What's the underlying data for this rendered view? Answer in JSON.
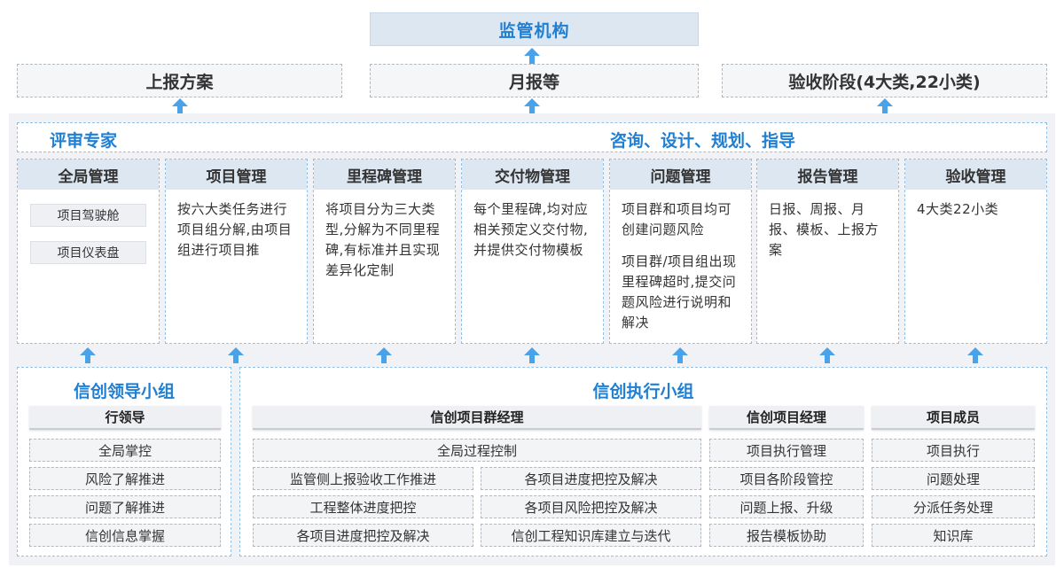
{
  "top": {
    "title": "监管机构",
    "boxes": [
      "上报方案",
      "月报等",
      "验收阶段(4大类,22小类)"
    ]
  },
  "middle": {
    "left_label": "评审专家",
    "right_label": "咨询、设计、规划、指导",
    "columns": [
      {
        "title": "全局管理",
        "pills": [
          "项目驾驶舱",
          "项目仪表盘"
        ]
      },
      {
        "title": "项目管理",
        "paragraphs": [
          "按六大类任务进行项目组分解,由项目组进行项目推"
        ]
      },
      {
        "title": "里程碑管理",
        "paragraphs": [
          "将项目分为三大类型,分解为不同里程碑,有标准并且实现差异化定制"
        ]
      },
      {
        "title": "交付物管理",
        "paragraphs": [
          "每个里程碑,均对应相关预定义交付物,并提供交付物模板"
        ]
      },
      {
        "title": "问题管理",
        "paragraphs": [
          "项目群和项目均可创建问题风险",
          "项目群/项目组出现里程碑超时,提交问题风险进行说明和解决"
        ]
      },
      {
        "title": "报告管理",
        "paragraphs": [
          "日报、周报、月报、模板、上报方案"
        ]
      },
      {
        "title": "验收管理",
        "paragraphs": [
          "4大类22小类"
        ]
      }
    ]
  },
  "leaders": {
    "title": "信创领导小组",
    "head": "行领导",
    "items": [
      "全局掌控",
      "风险了解推进",
      "问题了解推进",
      "信创信息掌握"
    ]
  },
  "exec": {
    "title": "信创执行小组",
    "group_mgr": {
      "head": "信创项目群经理",
      "wide_item": "全局过程控制",
      "left_items": [
        "监管侧上报验收工作推进",
        "工程整体进度把控",
        "各项目进度把控及解决"
      ],
      "right_items": [
        "各项目进度把控及解决",
        "各项目风险把控及解决",
        "信创工程知识库建立与迭代"
      ]
    },
    "proj_mgr": {
      "head": "信创项目经理",
      "items": [
        "项目执行管理",
        "项目各阶段管控",
        "问题上报、升级",
        "报告模板协助"
      ]
    },
    "members": {
      "head": "项目成员",
      "items": [
        "项目执行",
        "问题处理",
        "分派任务处理",
        "知识库"
      ]
    }
  },
  "colors": {
    "accent": "#1f7fd3",
    "arrow": "#4aa3e8",
    "header_bg": "#dde7f1"
  }
}
